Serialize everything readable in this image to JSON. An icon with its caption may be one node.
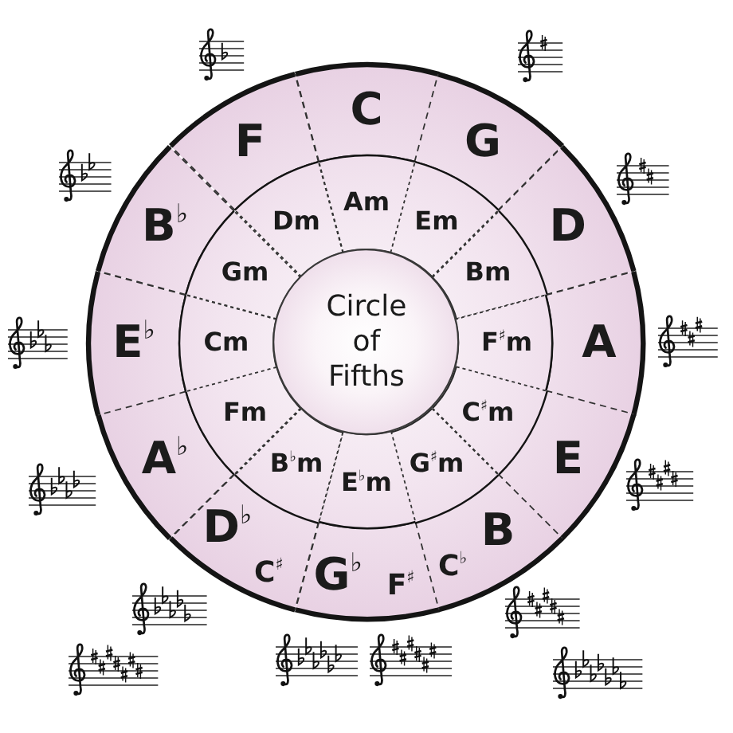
{
  "diagram": {
    "nodes": [
      {
        "text": [
          "C"
        ]
      },
      {
        "text": [
          "G"
        ]
      },
      {
        "text": [
          "D"
        ]
      },
      {
        "text": [
          "A"
        ]
      },
      {
        "text": [
          "E"
        ]
      },
      {
        "text": [
          "B",
          "C$^{♭}$"
        ]
      },
      {
        "text": [
          "G$^{♭}$",
          "F$^{♯}$"
        ]
      },
      {
        "text": [
          "D$^{♭}$",
          "C$^{♯}$"
        ]
      },
      {
        "text": [
          "A$^{♭}$"
        ]
      },
      {
        "text": [
          "E$^{♭}$"
        ]
      },
      {
        "text": [
          "B$^{♭}$"
        ]
      },
      {
        "text": [
          "F"
        ]
      },
      {
        "text": [
          "Am"
        ]
      },
      {
        "text": [
          "Em"
        ]
      },
      {
        "text": [
          "Bm"
        ]
      },
      {
        "text": [
          "F$^{♯}$m"
        ]
      },
      {
        "text": [
          "C$^{♯}$m"
        ]
      },
      {
        "text": [
          "G$^{♯}$m"
        ]
      },
      {
        "text": [
          "E$^{♭}$m"
        ]
      },
      {
        "text": [
          "B$^{♭}$m"
        ]
      },
      {
        "text": [
          "Fm"
        ]
      },
      {
        "text": [
          "Cm"
        ]
      },
      {
        "text": [
          "Gm"
        ]
      },
      {
        "text": [
          "Dm"
        ]
      },
      {
        "text": [
          "Circle of Fifths"
        ]
      }
    ]
  }
}
